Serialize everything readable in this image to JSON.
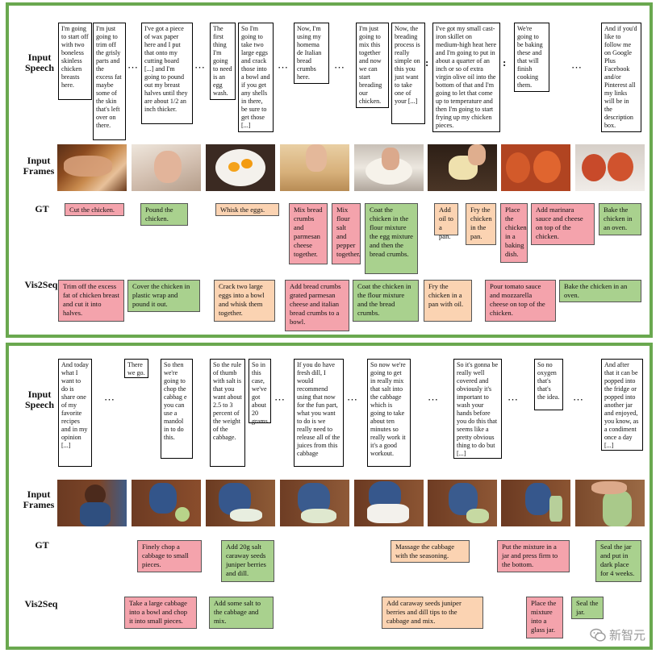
{
  "panels": [
    {
      "labels": {
        "speech": "Input\nSpeech",
        "frames": "Input\nFrames",
        "gt": "GT",
        "pred": "Vis2Seq"
      },
      "speech": [
        "I'm going to start off with two boneless skinless chicken breasts here.",
        "I'm just going to trim off the grisly parts and the excess fat maybe some of the skin that's left over on there.",
        "I've got a piece of wax paper here and I put that onto my cutting board [...] and I'm going to pound out my breast halves until they are about 1/2 an inch thicker.",
        "The first thing I'm going to need is an egg wash.",
        "So I'm going to take two large eggs and crack those into a bowl and if you get any shells in there, be sure to get those [...]",
        "Now, I'm using my homema de Italian bread crumbs here.",
        "I'm just going to mix this together and now we can start breading our chicken.",
        "Now, the breading process is really simple on this you just want to take one of your [...]",
        "I've got my small cast-iron skillet on medium-high heat here and I'm going to put in about a quarter of an inch or so of extra virgin olive oil into the bottom of that and I'm going to let that come up to temperature and then I'm going to start frying up my chicken pieces.",
        "We're going to be baking these and that will finish cooking them.",
        "And if you'd like to follow me on Google Plus Facebook and/or Pinterest all my links will be in the description box."
      ],
      "dots": [
        "⋯",
        "⋯",
        "⋯",
        "⋯",
        ":",
        ":",
        "⋯"
      ],
      "gt": [
        "Cut the chicken.",
        "Pound the chicken.",
        "Whisk the eggs.",
        "Mix bread crumbs and parmesan cheese together.",
        "Mix flour salt and pepper together.",
        "Coat the chicken in the flour mixture the egg mixture and then the bread crumbs.",
        "Add oil to a pan.",
        "Fry the chicken in the pan.",
        "Place the chicken in a baking dish.",
        "Add marinara sauce and cheese on top of the chicken.",
        "Bake the chicken in an oven."
      ],
      "pred": [
        "Trim off the excess fat of chicken breast and cut it into halves.",
        "Cover the chicken in plastic wrap and pound it out.",
        "Crack two large eggs into a bowl and whisk them together.",
        "Add bread crumbs grated parmesan cheese and italian bread crumbs to a bowl.",
        "Coat the chicken in the flour mixture and the bread crumbs.",
        "Fry the chicken in a pan with oil.",
        "Pour tomato sauce and mozzarella cheese on top of the chicken.",
        "Bake the chicken in an oven."
      ]
    },
    {
      "labels": {
        "speech": "Input\nSpeech",
        "frames": "Input\nFrames",
        "gt": "GT",
        "pred": "Vis2Seq"
      },
      "speech": [
        "And today what I want to do is share one of my favorite recipes and in my opinion [...]",
        "There we go.",
        "So then we're going to chop the cabbag e you can use a mandol in to do this.",
        "So the rule of thumb with salt is that you want about 2.5 to 3 percent of the weight of the cabbage.",
        "So in this case, we've got about 20 grams.",
        "If you do have fresh dill, I would recommend using that now for the fun part, what you want to do is we really need to release all of the juices from this cabbage",
        "So now we're going to get in really mix that salt into the cabbage which is going to take about ten minutes so really work it it's a good workout.",
        "So it's gonna be really well covered and obviously it's important to wash your hands before you do this that seems like a pretty obvious thing to do but [...]",
        "So no oxygen that's that's the idea.",
        "And after that it can be popped into the fridge or popped into another jar and enjoyed, you know, as a condiment once a day [...]"
      ],
      "dots": [
        "⋯",
        "⋯",
        "⋯",
        "⋯",
        "⋯",
        "⋯"
      ],
      "gt": [
        "Finely chop a cabbage to small pieces.",
        "Add 20g salt caraway seeds juniper berries and dill.",
        "Massage the cabbage with the seasoning.",
        "Put the mixture in a jar and press firm to the bottom.",
        "Seal the jar and put in dark place for 4 weeks."
      ],
      "pred": [
        "Take a large cabbage into a bowl and chop it into small pieces.",
        "Add some salt to the cabbage and mix.",
        "Add caraway seeds juniper berries and dill tips to the cabbage and mix.",
        "Place the mixture into a glass jar.",
        "Seal the jar."
      ]
    }
  ],
  "watermark": {
    "text": "新智元",
    "icon": "wechat-icon"
  },
  "colors": {
    "border": "#6aa84f",
    "red": "#f4a3ac",
    "green": "#a9d18e",
    "peach": "#fbd3b2"
  }
}
